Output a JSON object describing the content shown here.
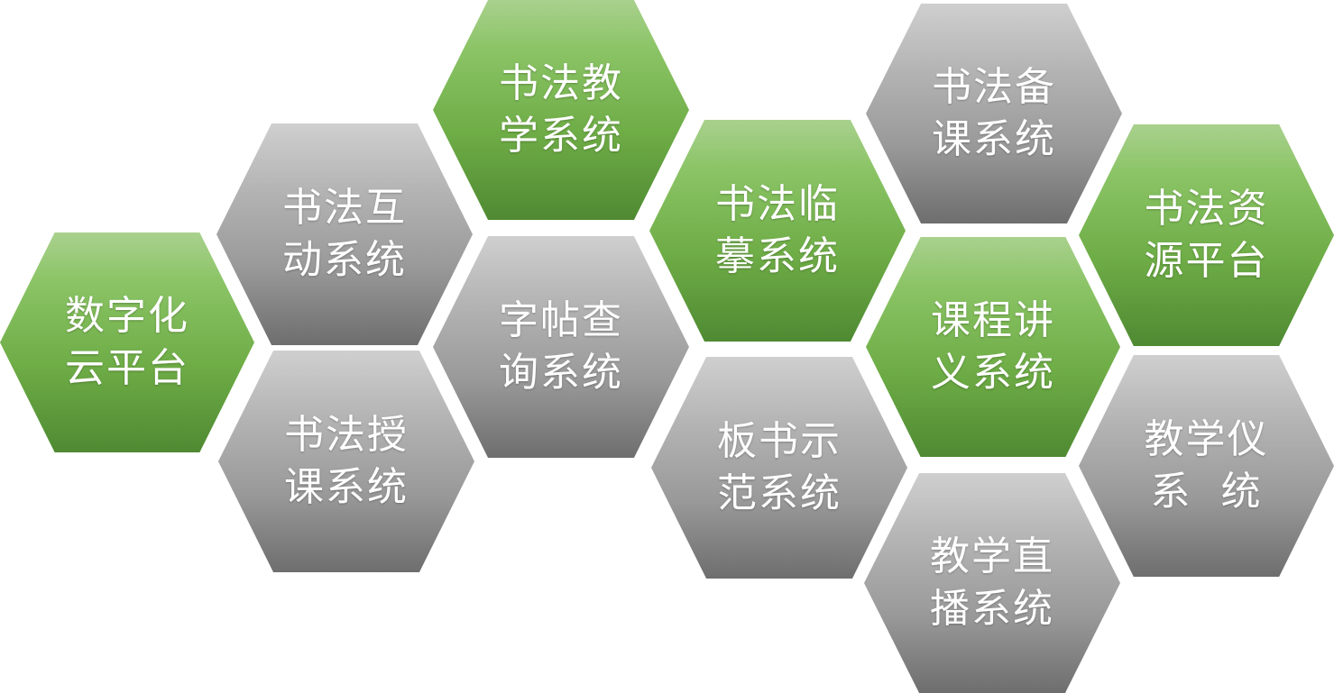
{
  "hexagons": [
    {
      "lines": [
        "数字化",
        "云平台"
      ],
      "color": "green"
    },
    {
      "lines": [
        "书法互",
        "动系统"
      ],
      "color": "gray"
    },
    {
      "lines": [
        "书法授",
        "课系统"
      ],
      "color": "gray"
    },
    {
      "lines": [
        "书法教",
        "学系统"
      ],
      "color": "green"
    },
    {
      "lines": [
        "字帖查",
        "询系统"
      ],
      "color": "gray"
    },
    {
      "lines": [
        "书法临",
        "摹系统"
      ],
      "color": "green"
    },
    {
      "lines": [
        "板书示",
        "范系统"
      ],
      "color": "gray"
    },
    {
      "lines": [
        "书法备",
        "课系统"
      ],
      "color": "gray"
    },
    {
      "lines": [
        "课程讲",
        "义系统"
      ],
      "color": "green"
    },
    {
      "lines": [
        "教学直",
        "播系统"
      ],
      "color": "gray"
    },
    {
      "lines": [
        "书法资",
        "源平台"
      ],
      "color": "green"
    },
    {
      "lines": [
        "教学仪",
        "系  统"
      ],
      "color": "gray"
    }
  ],
  "colors": {
    "green_top": "#a9d18e",
    "green_bottom": "#4f8a32",
    "gray_top": "#cfcfcf",
    "gray_bottom": "#6e6e6e",
    "text": "#ffffff"
  }
}
